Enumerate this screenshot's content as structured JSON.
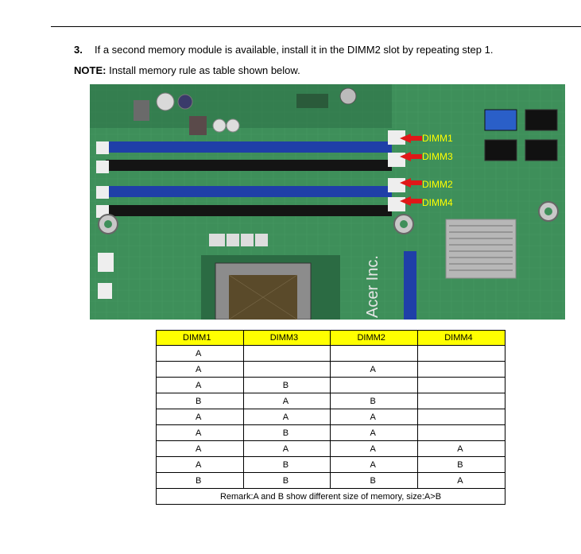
{
  "step": {
    "number": "3.",
    "text": "If a second memory module is available, install it in the DIMM2 slot by repeating step 1."
  },
  "note": {
    "label": "NOTE:",
    "text": "Install memory rule as table shown below."
  },
  "photo": {
    "slot_labels": [
      "DIMM1",
      "DIMM3",
      "DIMM2",
      "DIMM4"
    ],
    "board_brand": "Acer Inc."
  },
  "table": {
    "headers": [
      "DIMM1",
      "DIMM3",
      "DIMM2",
      "DIMM4"
    ],
    "rows": [
      [
        "A",
        "",
        "",
        ""
      ],
      [
        "A",
        "",
        "A",
        ""
      ],
      [
        "A",
        "B",
        "",
        ""
      ],
      [
        "B",
        "A",
        "B",
        ""
      ],
      [
        "A",
        "A",
        "A",
        ""
      ],
      [
        "A",
        "B",
        "A",
        ""
      ],
      [
        "A",
        "A",
        "A",
        "A"
      ],
      [
        "A",
        "B",
        "A",
        "B"
      ],
      [
        "B",
        "B",
        "B",
        "A"
      ]
    ],
    "remark": "Remark:A and B show different size of memory, size:A>B"
  },
  "colors": {
    "header_fill": "#ffff00",
    "board_green": "#3e8f5a",
    "slot_blue": "#1f3fa8",
    "slot_black": "#141414",
    "arrow_red": "#e01818",
    "label_yellow": "#ffff00"
  }
}
